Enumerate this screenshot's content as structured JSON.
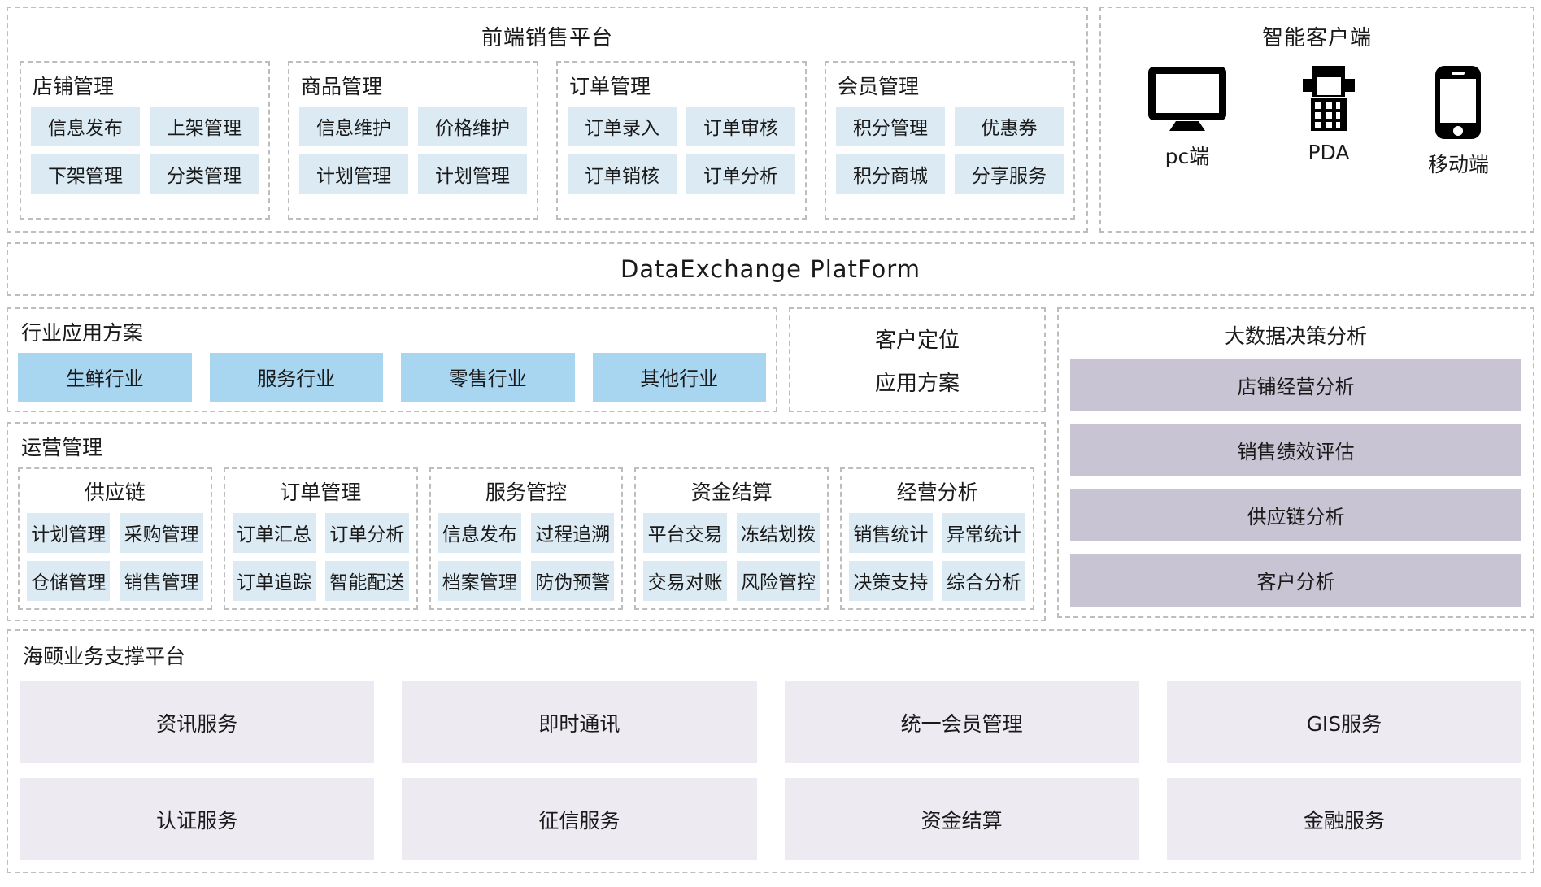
{
  "frontend": {
    "title": "前端销售平台",
    "columns": [
      {
        "title": "店铺管理",
        "items": [
          "信息发布",
          "上架管理",
          "下架管理",
          "分类管理"
        ]
      },
      {
        "title": "商品管理",
        "items": [
          "信息维护",
          "价格维护",
          "计划管理",
          "计划管理"
        ]
      },
      {
        "title": "订单管理",
        "items": [
          "订单录入",
          "订单审核",
          "订单销核",
          "订单分析"
        ]
      },
      {
        "title": "会员管理",
        "items": [
          "积分管理",
          "优惠券",
          "积分商城",
          "分享服务"
        ]
      }
    ]
  },
  "clients": {
    "title": "智能客户端",
    "devices": [
      {
        "icon": "monitor-icon",
        "label": "pc端"
      },
      {
        "icon": "pda-icon",
        "label": "PDA"
      },
      {
        "icon": "mobile-icon",
        "label": "移动端"
      }
    ]
  },
  "data_exchange": {
    "title": "DataExchange PlatForm"
  },
  "industry": {
    "title": "行业应用方案",
    "items": [
      "生鲜行业",
      "服务行业",
      "零售行业",
      "其他行业"
    ]
  },
  "customer_positioning": {
    "line1": "客户定位",
    "line2": "应用方案"
  },
  "operations": {
    "title": "运营管理",
    "columns": [
      {
        "title": "供应链",
        "items": [
          "计划管理",
          "采购管理",
          "仓储管理",
          "销售管理"
        ]
      },
      {
        "title": "订单管理",
        "items": [
          "订单汇总",
          "订单分析",
          "订单追踪",
          "智能配送"
        ]
      },
      {
        "title": "服务管控",
        "items": [
          "信息发布",
          "过程追溯",
          "档案管理",
          "防伪预警"
        ]
      },
      {
        "title": "资金结算",
        "items": [
          "平台交易",
          "冻结划拨",
          "交易对账",
          "风险管控"
        ]
      },
      {
        "title": "经营分析",
        "items": [
          "销售统计",
          "异常统计",
          "决策支持",
          "综合分析"
        ]
      }
    ]
  },
  "bigdata": {
    "title": "大数据决策分析",
    "items": [
      "店铺经营分析",
      "销售绩效评估",
      "供应链分析",
      "客户分析"
    ]
  },
  "support": {
    "title": "海颐业务支撑平台",
    "rows": [
      [
        "资讯服务",
        "即时通讯",
        "统一会员管理",
        "GIS服务"
      ],
      [
        "认证服务",
        "征信服务",
        "资金结算",
        "金融服务"
      ]
    ]
  },
  "colors": {
    "chip_light_blue": "#dbeaf3",
    "chip_blue": "#a8d5ef",
    "chip_purple": "#c9c4d4",
    "chip_lavender": "#eeeaf1",
    "border_dash": "#bdbdbd"
  }
}
